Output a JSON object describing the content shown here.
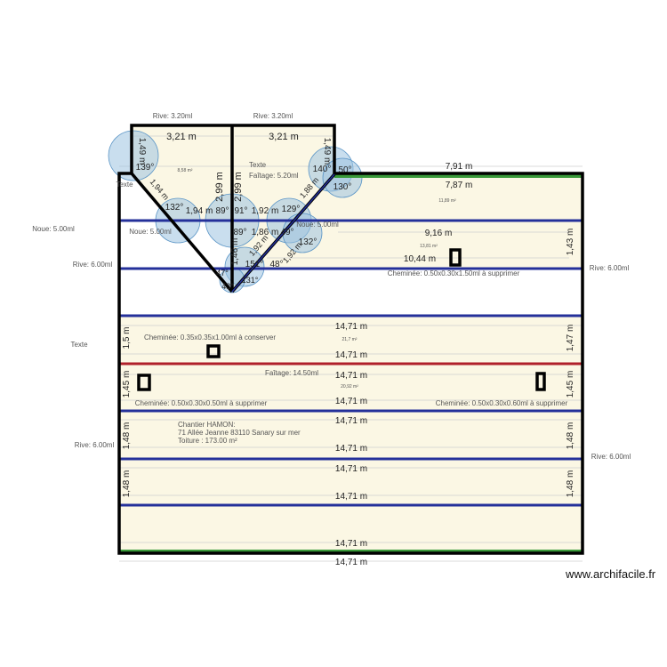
{
  "colors": {
    "fill": "#fbf7e4",
    "wall": "#000000",
    "noue": "#24309a",
    "faitage": "#b0202a",
    "rive_green": "#3a9a3a",
    "angle": "#9cc3e0",
    "text": "#555555"
  },
  "watermark": "www.archifacile.fr",
  "labels": [
    {
      "kind": "edge",
      "text": "Rive: 3.20ml"
    },
    {
      "kind": "edge",
      "text": "Rive: 3.20ml"
    },
    {
      "kind": "dimension",
      "text": "3,21 m"
    },
    {
      "kind": "dimension",
      "text": "3,21 m"
    },
    {
      "kind": "dimension",
      "text": "1,49 m"
    },
    {
      "kind": "dimension",
      "text": "1,49 m"
    },
    {
      "kind": "angle",
      "text": "139°"
    },
    {
      "kind": "angle",
      "text": "140°"
    },
    {
      "kind": "angle",
      "text": "50°"
    },
    {
      "kind": "angle",
      "text": "130°"
    },
    {
      "kind": "dimension",
      "text": "2,99 m"
    },
    {
      "kind": "dimension",
      "text": "2,99 m"
    },
    {
      "kind": "note",
      "text": "Texte"
    },
    {
      "kind": "edge",
      "text": "Faîtage: 5.20ml"
    },
    {
      "kind": "area",
      "text": "8,58 m²"
    },
    {
      "kind": "note",
      "text": "Texte"
    },
    {
      "kind": "dimension",
      "text": "1,94 m"
    },
    {
      "kind": "angle",
      "text": "132°"
    },
    {
      "kind": "dimension",
      "text": "1,94 m"
    },
    {
      "kind": "angle",
      "text": "89°"
    },
    {
      "kind": "angle",
      "text": "91°"
    },
    {
      "kind": "dimension",
      "text": "1,92 m"
    },
    {
      "kind": "angle",
      "text": "129°"
    },
    {
      "kind": "dimension",
      "text": "1,88 m"
    },
    {
      "kind": "edge",
      "text": "Noue: 5.00ml"
    },
    {
      "kind": "edge",
      "text": "Noue: 5.00ml"
    },
    {
      "kind": "edge",
      "text": "Noue: 5.00ml"
    },
    {
      "kind": "angle",
      "text": "89°"
    },
    {
      "kind": "dimension",
      "text": "1,86 m"
    },
    {
      "kind": "angle",
      "text": "49°"
    },
    {
      "kind": "angle",
      "text": "132°"
    },
    {
      "kind": "dimension",
      "text": "1,46 m"
    },
    {
      "kind": "dimension",
      "text": "1,92 m"
    },
    {
      "kind": "angle",
      "text": "151°"
    },
    {
      "kind": "angle",
      "text": "48°"
    },
    {
      "kind": "dimension",
      "text": "1,92 m"
    },
    {
      "kind": "angle",
      "text": "47°"
    },
    {
      "kind": "angle",
      "text": "43°"
    },
    {
      "kind": "angle",
      "text": "131°"
    },
    {
      "kind": "dimension",
      "text": "7,91 m"
    },
    {
      "kind": "dimension",
      "text": "7,87 m"
    },
    {
      "kind": "area",
      "text": "11,89 m²"
    },
    {
      "kind": "dimension",
      "text": "9,16 m"
    },
    {
      "kind": "area",
      "text": "13,81 m²"
    },
    {
      "kind": "dimension",
      "text": "10,44 m"
    },
    {
      "kind": "dimension",
      "text": "1,43 m"
    },
    {
      "kind": "edge",
      "text": "Rive: 6.00ml"
    },
    {
      "kind": "edge",
      "text": "Rive: 6.00ml"
    },
    {
      "kind": "note",
      "text": "Cheminée: 0.50x0.30x1.50ml à supprimer"
    },
    {
      "kind": "dimension",
      "text": "14,71 m"
    },
    {
      "kind": "note",
      "text": "Cheminée: 0.35x0.35x1.00ml à conserver"
    },
    {
      "kind": "area",
      "text": "21,7 m²"
    },
    {
      "kind": "dimension",
      "text": "14,71 m"
    },
    {
      "kind": "dimension",
      "text": "1,5 m"
    },
    {
      "kind": "dimension",
      "text": "1,47 m"
    },
    {
      "kind": "note",
      "text": "Texte"
    },
    {
      "kind": "edge",
      "text": "Faîtage: 14.50ml"
    },
    {
      "kind": "dimension",
      "text": "14,71 m"
    },
    {
      "kind": "area",
      "text": "20,92 m²"
    },
    {
      "kind": "note",
      "text": "Cheminée: 0.50x0.30x0.50ml à supprimer"
    },
    {
      "kind": "dimension",
      "text": "14,71 m"
    },
    {
      "kind": "note",
      "text": "Cheminée: 0.50x0.30x0.60ml à supprimer"
    },
    {
      "kind": "dimension",
      "text": "1,45 m"
    },
    {
      "kind": "dimension",
      "text": "1,45 m"
    },
    {
      "kind": "dimension",
      "text": "14,71 m"
    },
    {
      "kind": "note",
      "text": "Chantier HAMON:"
    },
    {
      "kind": "note",
      "text": "71 Allée Jeanne 83110 Sanary sur mer"
    },
    {
      "kind": "note",
      "text": "Toiture : 173.00 m²"
    },
    {
      "kind": "dimension",
      "text": "14,71 m"
    },
    {
      "kind": "dimension",
      "text": "1,48 m"
    },
    {
      "kind": "dimension",
      "text": "1,48 m"
    },
    {
      "kind": "edge",
      "text": "Rive: 6.00ml"
    },
    {
      "kind": "edge",
      "text": "Rive: 6.00ml"
    },
    {
      "kind": "dimension",
      "text": "14,71 m"
    },
    {
      "kind": "dimension",
      "text": "1,48 m"
    },
    {
      "kind": "dimension",
      "text": "1,48 m"
    },
    {
      "kind": "dimension",
      "text": "14,71 m"
    },
    {
      "kind": "dimension",
      "text": "14,71 m"
    },
    {
      "kind": "dimension",
      "text": "14,71 m"
    }
  ]
}
